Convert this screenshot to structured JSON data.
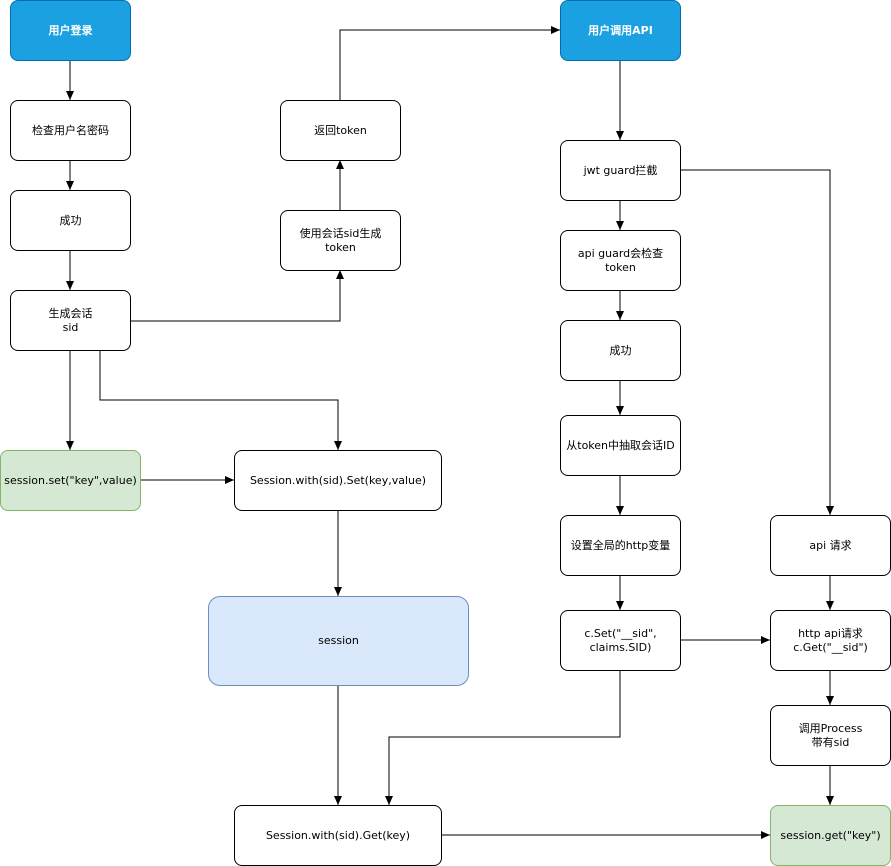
{
  "nodes": {
    "user_login": "用户登录",
    "check_credentials": "检查用户名密码",
    "success_left": "成功",
    "generate_session": "生成会话\nsid",
    "session_set": "session.set(\"key\",value)",
    "session_with_set": "Session.with(sid).Set(key,value)",
    "session": "session",
    "session_with_get": "Session.with(sid).Get(key)",
    "gen_token": "使用会话sid生成\ntoken",
    "return_token": "返回token",
    "user_call_api": "用户调用API",
    "jwt_guard": "jwt guard拦截",
    "api_guard": "api guard会检查token",
    "success_right": "成功",
    "extract_sid": "从token中抽取会话ID",
    "set_global_var": "设置全局的http变量",
    "c_set": "c.Set(\"__sid\",\nclaims.SID)",
    "api_request": "api 请求",
    "http_api_request": "http api请求\nc.Get(\"__sid\")",
    "call_process": "调用Process\n带有sid",
    "session_get": "session.get(\"key\")"
  },
  "colors": {
    "header_fill": "#1ba1e2",
    "header_stroke": "#006eaf",
    "green_fill": "#d5e8d4",
    "green_stroke": "#82b366",
    "session_fill": "#dae8fc",
    "session_stroke": "#6c8ebf",
    "edge": "#000000"
  }
}
